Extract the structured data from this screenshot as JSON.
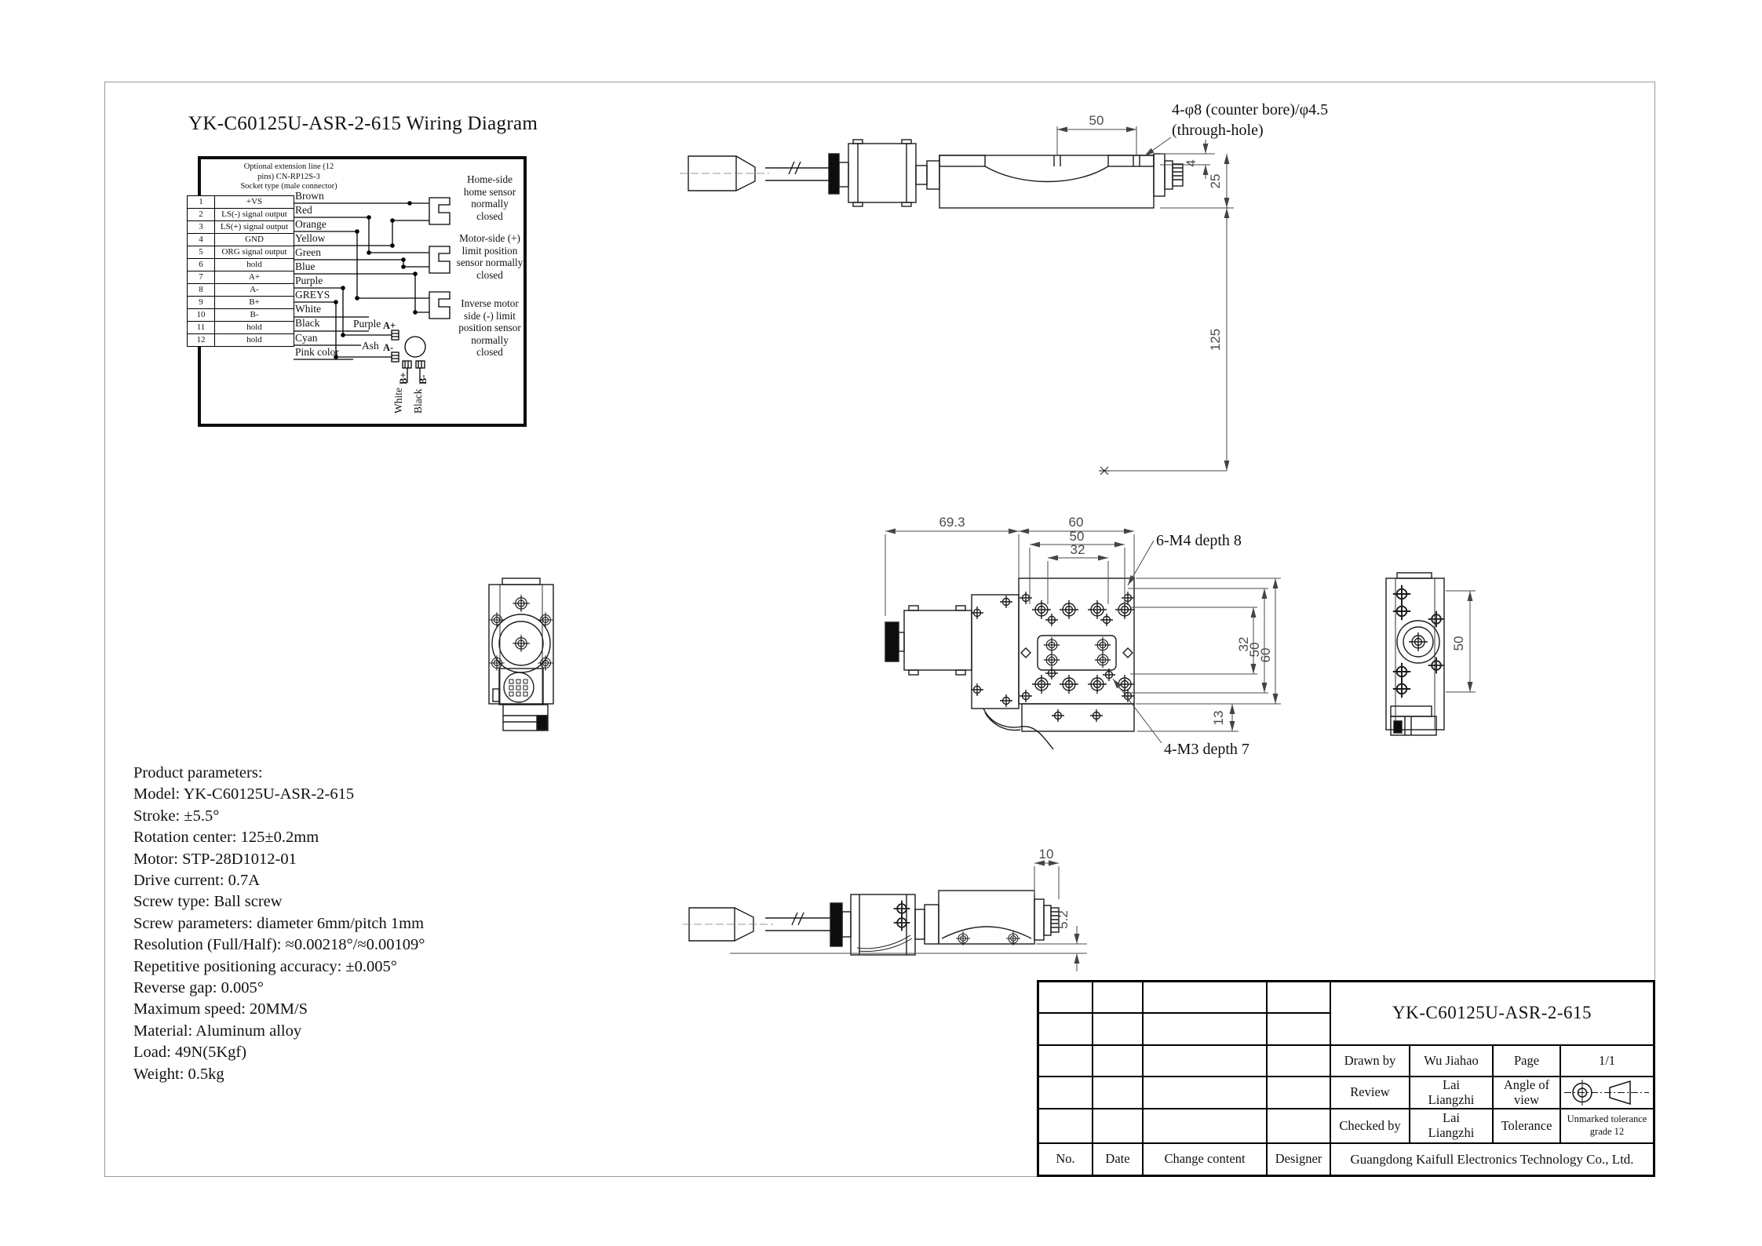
{
  "wiring": {
    "title": "YK-C60125U-ASR-2-615 Wiring Diagram",
    "note_lines": [
      "Optional extension line (12",
      "pins) CN-RP12S-3",
      "Socket type (male connector)"
    ],
    "pins": [
      {
        "num": "1",
        "label": "+VS"
      },
      {
        "num": "2",
        "label": "LS(-) signal output"
      },
      {
        "num": "3",
        "label": "LS(+) signal output"
      },
      {
        "num": "4",
        "label": "GND"
      },
      {
        "num": "5",
        "label": "ORG signal output"
      },
      {
        "num": "6",
        "label": "hold"
      },
      {
        "num": "7",
        "label": "A+"
      },
      {
        "num": "8",
        "label": "A-"
      },
      {
        "num": "9",
        "label": "B+"
      },
      {
        "num": "10",
        "label": "B-"
      },
      {
        "num": "11",
        "label": "hold"
      },
      {
        "num": "12",
        "label": "hold"
      }
    ],
    "wire_colors": [
      "Brown",
      "Red",
      "Orange",
      "Yellow",
      "Green",
      "Blue",
      "Purple",
      "GREYS",
      "White",
      "Black",
      "Cyan",
      "Pink color"
    ],
    "sensors": [
      "Home-side\nhome sensor\nnormally\nclosed",
      "Motor-side (+)\nlimit position\nsensor normally\nclosed",
      "Inverse motor\nside (-) limit\nposition sensor\nnormally\nclosed"
    ],
    "motor_leads": {
      "a_plus_color": "Purple",
      "a_plus": "A+",
      "a_minus_color": "Ash",
      "a_minus": "A-",
      "b_plus_color": "White",
      "b_plus": "B+",
      "b_minus_color": "Black",
      "b_minus": "B-"
    }
  },
  "dims": {
    "side_50": "50",
    "side_4": "4",
    "side_25": "25",
    "side_125": "125",
    "side_hole1": "4-φ8 (counter bore)/φ4.5",
    "side_hole2": "(through-hole)",
    "plan_69_3": "69.3",
    "plan_60": "60",
    "plan_50": "50",
    "plan_32": "32",
    "plan_32v": "32",
    "plan_50v": "50",
    "plan_60v": "60",
    "plan_13": "13",
    "plan_m4": "6-M4 depth 8",
    "plan_m3": "4-M3 depth 7",
    "right_50": "50",
    "bottom_10": "10",
    "bottom_5_2": "5.2"
  },
  "params": {
    "lines": [
      "Product parameters:",
      "Model: YK-C60125U-ASR-2-615",
      "Stroke: ±5.5°",
      "Rotation center: 125±0.2mm",
      "Motor: STP-28D1012-01",
      "Drive current: 0.7A",
      "Screw type: Ball screw",
      "Screw parameters: diameter 6mm/pitch 1mm",
      "Resolution (Full/Half): ≈0.00218°/≈0.00109°",
      "Repetitive positioning accuracy: ±0.005°",
      "Reverse gap: 0.005°",
      "Maximum speed: 20MM/S",
      "Material: Aluminum alloy",
      "Load: 49N(5Kgf)",
      "Weight: 0.5kg"
    ]
  },
  "title_block": {
    "part_number": "YK-C60125U-ASR-2-615",
    "drawn_by_label": "Drawn by",
    "drawn_by": "Wu Jiahao",
    "page_label": "Page",
    "page": "1/1",
    "review_label": "Review",
    "review": "Lai Liangzhi",
    "angle_label": "Angle of view",
    "checked_label": "Checked by",
    "checked": "Lai Liangzhi",
    "tolerance_label": "Tolerance",
    "tolerance": "Unmarked tolerance grade 12",
    "no_label": "No.",
    "date_label": "Date",
    "change_label": "Change content",
    "designer_label": "Designer",
    "company": "Guangdong Kaifull Electronics Technology Co., Ltd."
  }
}
